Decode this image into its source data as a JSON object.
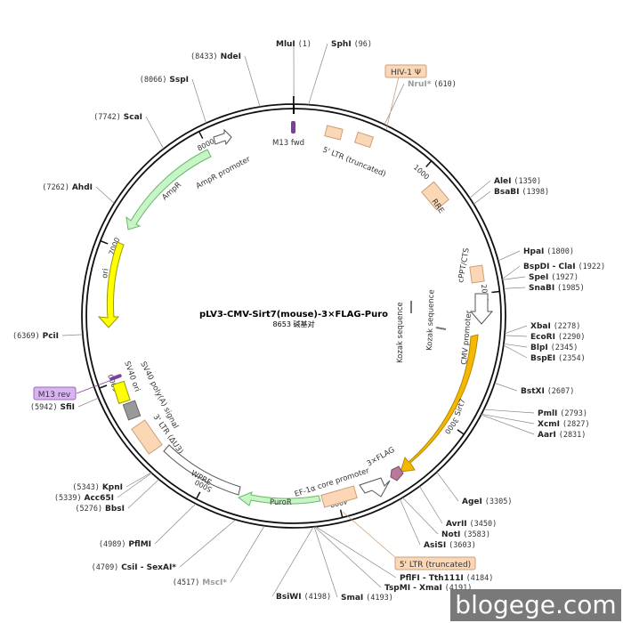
{
  "plasmid": {
    "name": "pLV3-CMV-Sirt7(mouse)-3×FLAG-Puro",
    "size_text": "8653 碱基对",
    "total_bp": 8653
  },
  "ticks": [
    {
      "pos": 1000,
      "label": "1000"
    },
    {
      "pos": 2000,
      "label": "2000"
    },
    {
      "pos": 3000,
      "label": "3000"
    },
    {
      "pos": 4000,
      "label": "4000"
    },
    {
      "pos": 5000,
      "label": "5000"
    },
    {
      "pos": 6000,
      "label": "6000"
    },
    {
      "pos": 7000,
      "label": "7000"
    },
    {
      "pos": 8000,
      "label": "8000"
    }
  ],
  "sites": [
    {
      "name": "MluI",
      "num": "(1)",
      "pos": 1
    },
    {
      "name": "SphI",
      "num": "(96)",
      "pos": 96
    },
    {
      "name": "NruI*",
      "num": "(610)",
      "pos": 610,
      "dim": true
    },
    {
      "name": "AleI",
      "num": "(1350)",
      "pos": 1350
    },
    {
      "name": "BsaBI",
      "num": "(1398)",
      "pos": 1398
    },
    {
      "name": "HpaI",
      "num": "(1800)",
      "pos": 1800
    },
    {
      "name": "BspDI - ClaI",
      "num": "(1922)",
      "pos": 1922
    },
    {
      "name": "SpeI",
      "num": "(1927)",
      "pos": 1927
    },
    {
      "name": "SnaBI",
      "num": "(1985)",
      "pos": 1985
    },
    {
      "name": "XbaI",
      "num": "(2278)",
      "pos": 2278
    },
    {
      "name": "EcoRI",
      "num": "(2290)",
      "pos": 2290
    },
    {
      "name": "BlpI",
      "num": "(2345)",
      "pos": 2345
    },
    {
      "name": "BspEI",
      "num": "(2354)",
      "pos": 2354
    },
    {
      "name": "BstXI",
      "num": "(2607)",
      "pos": 2607
    },
    {
      "name": "PmlI",
      "num": "(2793)",
      "pos": 2793
    },
    {
      "name": "XcmI",
      "num": "(2827)",
      "pos": 2827
    },
    {
      "name": "AarI",
      "num": "(2831)",
      "pos": 2831
    },
    {
      "name": "AgeI",
      "num": "(3305)",
      "pos": 3305
    },
    {
      "name": "AvrII",
      "num": "(3450)",
      "pos": 3450
    },
    {
      "name": "NotI",
      "num": "(3583)",
      "pos": 3583
    },
    {
      "name": "AsiSI",
      "num": "(3603)",
      "pos": 3603
    },
    {
      "name": "PflFI - Tth111I",
      "num": "(4184)",
      "pos": 4184
    },
    {
      "name": "TspMI - XmaI",
      "num": "(4191)",
      "pos": 4191
    },
    {
      "name": "SmaI",
      "num": "(4193)",
      "pos": 4193
    },
    {
      "name": "BsiWI",
      "num": "(4198)",
      "pos": 4198
    },
    {
      "name": "MscI*",
      "num": "(4517)",
      "pos": 4517,
      "dim": true
    },
    {
      "name": "CsiI - SexAI*",
      "num": "(4709)",
      "pos": 4709
    },
    {
      "name": "PflMI",
      "num": "(4989)",
      "pos": 4989
    },
    {
      "name": "BbsI",
      "num": "(5276)",
      "pos": 5276
    },
    {
      "name": "Acc65I",
      "num": "(5339)",
      "pos": 5339
    },
    {
      "name": "KpnI",
      "num": "(5343)",
      "pos": 5343
    },
    {
      "name": "SfiI",
      "num": "(5942)",
      "pos": 5942
    },
    {
      "name": "PciI",
      "num": "(6369)",
      "pos": 6369
    },
    {
      "name": "AhdI",
      "num": "(7262)",
      "pos": 7262
    },
    {
      "name": "ScaI",
      "num": "(7742)",
      "pos": 7742
    },
    {
      "name": "SspI",
      "num": "(8066)",
      "pos": 8066
    },
    {
      "name": "NdeI",
      "num": "(8433)",
      "pos": 8433
    }
  ],
  "features": [
    {
      "label": "M13 fwd",
      "color": "#7b3fa0"
    },
    {
      "label": "5' LTR (truncated)",
      "color": "#fbd7b5"
    },
    {
      "label": "RRE",
      "color": "#fbd7b5"
    },
    {
      "label": "cPPT/CTS",
      "color": "#fbd7b5"
    },
    {
      "label": "CMV promoter",
      "color": "#ffffff"
    },
    {
      "label": "Kozak sequence",
      "color": "#999999"
    },
    {
      "label": "Kozak sequence",
      "color": "#999999"
    },
    {
      "label": "Sirt7",
      "color": "#f5b800"
    },
    {
      "label": "3×FLAG",
      "color": "#b77a9a"
    },
    {
      "label": "EF-1α core promoter",
      "color": "#ffffff"
    },
    {
      "label": "PuroR",
      "color": "#c6f5c6"
    },
    {
      "label": "WPRE",
      "color": "#ffffff"
    },
    {
      "label": "3' LTR (ΔU3)",
      "color": "#fbd7b5"
    },
    {
      "label": "SV40 poly(A) signal",
      "color": "#999999"
    },
    {
      "label": "SV40 ori",
      "color": "#ffff00"
    },
    {
      "label": "M13 rev",
      "color": "#7b3fa0"
    },
    {
      "label": "ori",
      "color": "#ffff00"
    },
    {
      "label": "AmpR",
      "color": "#c6f5c6"
    },
    {
      "label": "AmpR promoter",
      "color": "#ffffff"
    }
  ],
  "badges": {
    "hiv_psi": "HIV-1 Ψ",
    "m13_rev": "M13 rev",
    "ltr_truncated": "5' LTR (truncated)"
  },
  "watermark": "blogege.com"
}
